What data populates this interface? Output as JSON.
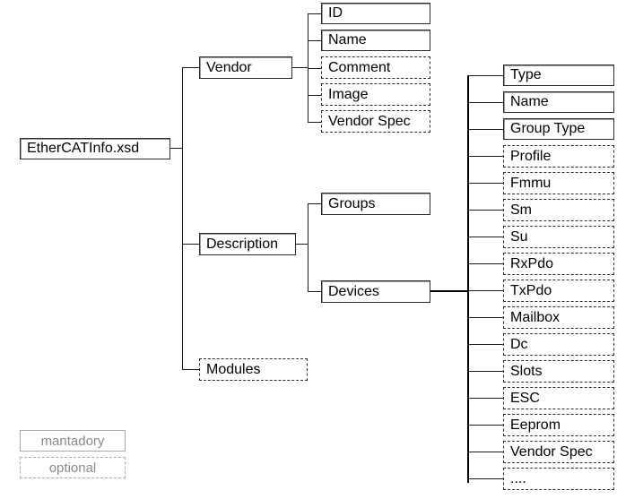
{
  "diagram": {
    "title_node": "EtherCATInfo.xsd",
    "root": {
      "label": "EtherCATInfo.xsd",
      "type": "mandatory"
    },
    "level1": [
      {
        "label": "Vendor",
        "type": "mandatory"
      },
      {
        "label": "Description",
        "type": "mandatory"
      },
      {
        "label": "Modules",
        "type": "optional"
      }
    ],
    "vendor_children": [
      {
        "label": "ID",
        "type": "mandatory"
      },
      {
        "label": "Name",
        "type": "mandatory"
      },
      {
        "label": "Comment",
        "type": "optional"
      },
      {
        "label": "Image",
        "type": "optional"
      },
      {
        "label": "Vendor Spec",
        "type": "optional"
      }
    ],
    "description_children": [
      {
        "label": "Groups",
        "type": "mandatory"
      },
      {
        "label": "Devices",
        "type": "mandatory"
      }
    ],
    "devices_children": [
      {
        "label": "Type",
        "type": "mandatory"
      },
      {
        "label": "Name",
        "type": "mandatory"
      },
      {
        "label": "Group Type",
        "type": "mandatory"
      },
      {
        "label": "Profile",
        "type": "optional"
      },
      {
        "label": "Fmmu",
        "type": "optional"
      },
      {
        "label": "Sm",
        "type": "optional"
      },
      {
        "label": "Su",
        "type": "optional"
      },
      {
        "label": "RxPdo",
        "type": "optional"
      },
      {
        "label": "TxPdo",
        "type": "optional"
      },
      {
        "label": "Mailbox",
        "type": "optional"
      },
      {
        "label": "Dc",
        "type": "optional"
      },
      {
        "label": "Slots",
        "type": "optional"
      },
      {
        "label": "ESC",
        "type": "optional"
      },
      {
        "label": "Eeprom",
        "type": "optional"
      },
      {
        "label": "Vendor Spec",
        "type": "optional"
      },
      {
        "label": "....",
        "type": "optional"
      }
    ],
    "legend": [
      {
        "label": "mantadory",
        "type": "mandatory"
      },
      {
        "label": "optional",
        "type": "optional"
      }
    ],
    "colors": {
      "box_border": "#2b2b2b",
      "box_shadow": "#9a9a9a",
      "line": "#1a1a1a",
      "legend_text": "#8a8a8a",
      "background": "#ffffff"
    }
  }
}
